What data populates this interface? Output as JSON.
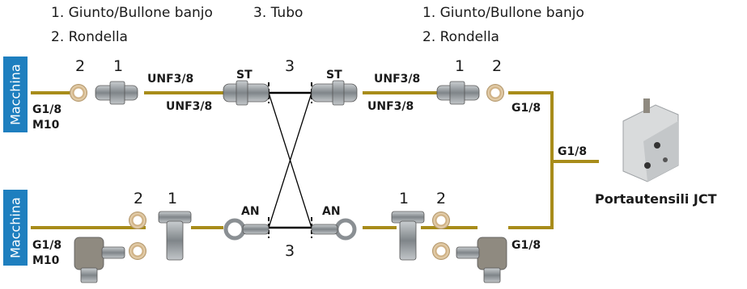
{
  "legend": {
    "left_line1": "1. Giunto/Bullone banjo",
    "left_tube": "3. Tubo",
    "left_line2": "2. Rondella",
    "right_line1": "1. Giunto/Bullone banjo",
    "right_line2": "2. Rondella"
  },
  "machine_label": "Macchina",
  "numbers": {
    "one": "1",
    "two": "2",
    "three": "3"
  },
  "labels": {
    "g18": "G1/8",
    "m10": "M10",
    "unf": "UNF3/8",
    "st": "ST",
    "an": "AN"
  },
  "tool_holder": "Portautensili JCT",
  "colors": {
    "line": "#a88c1a",
    "machine_bg": "#1e7fbf",
    "washer": "#d8b98a",
    "metal": "#9a9fa3",
    "tube": "#000000"
  }
}
